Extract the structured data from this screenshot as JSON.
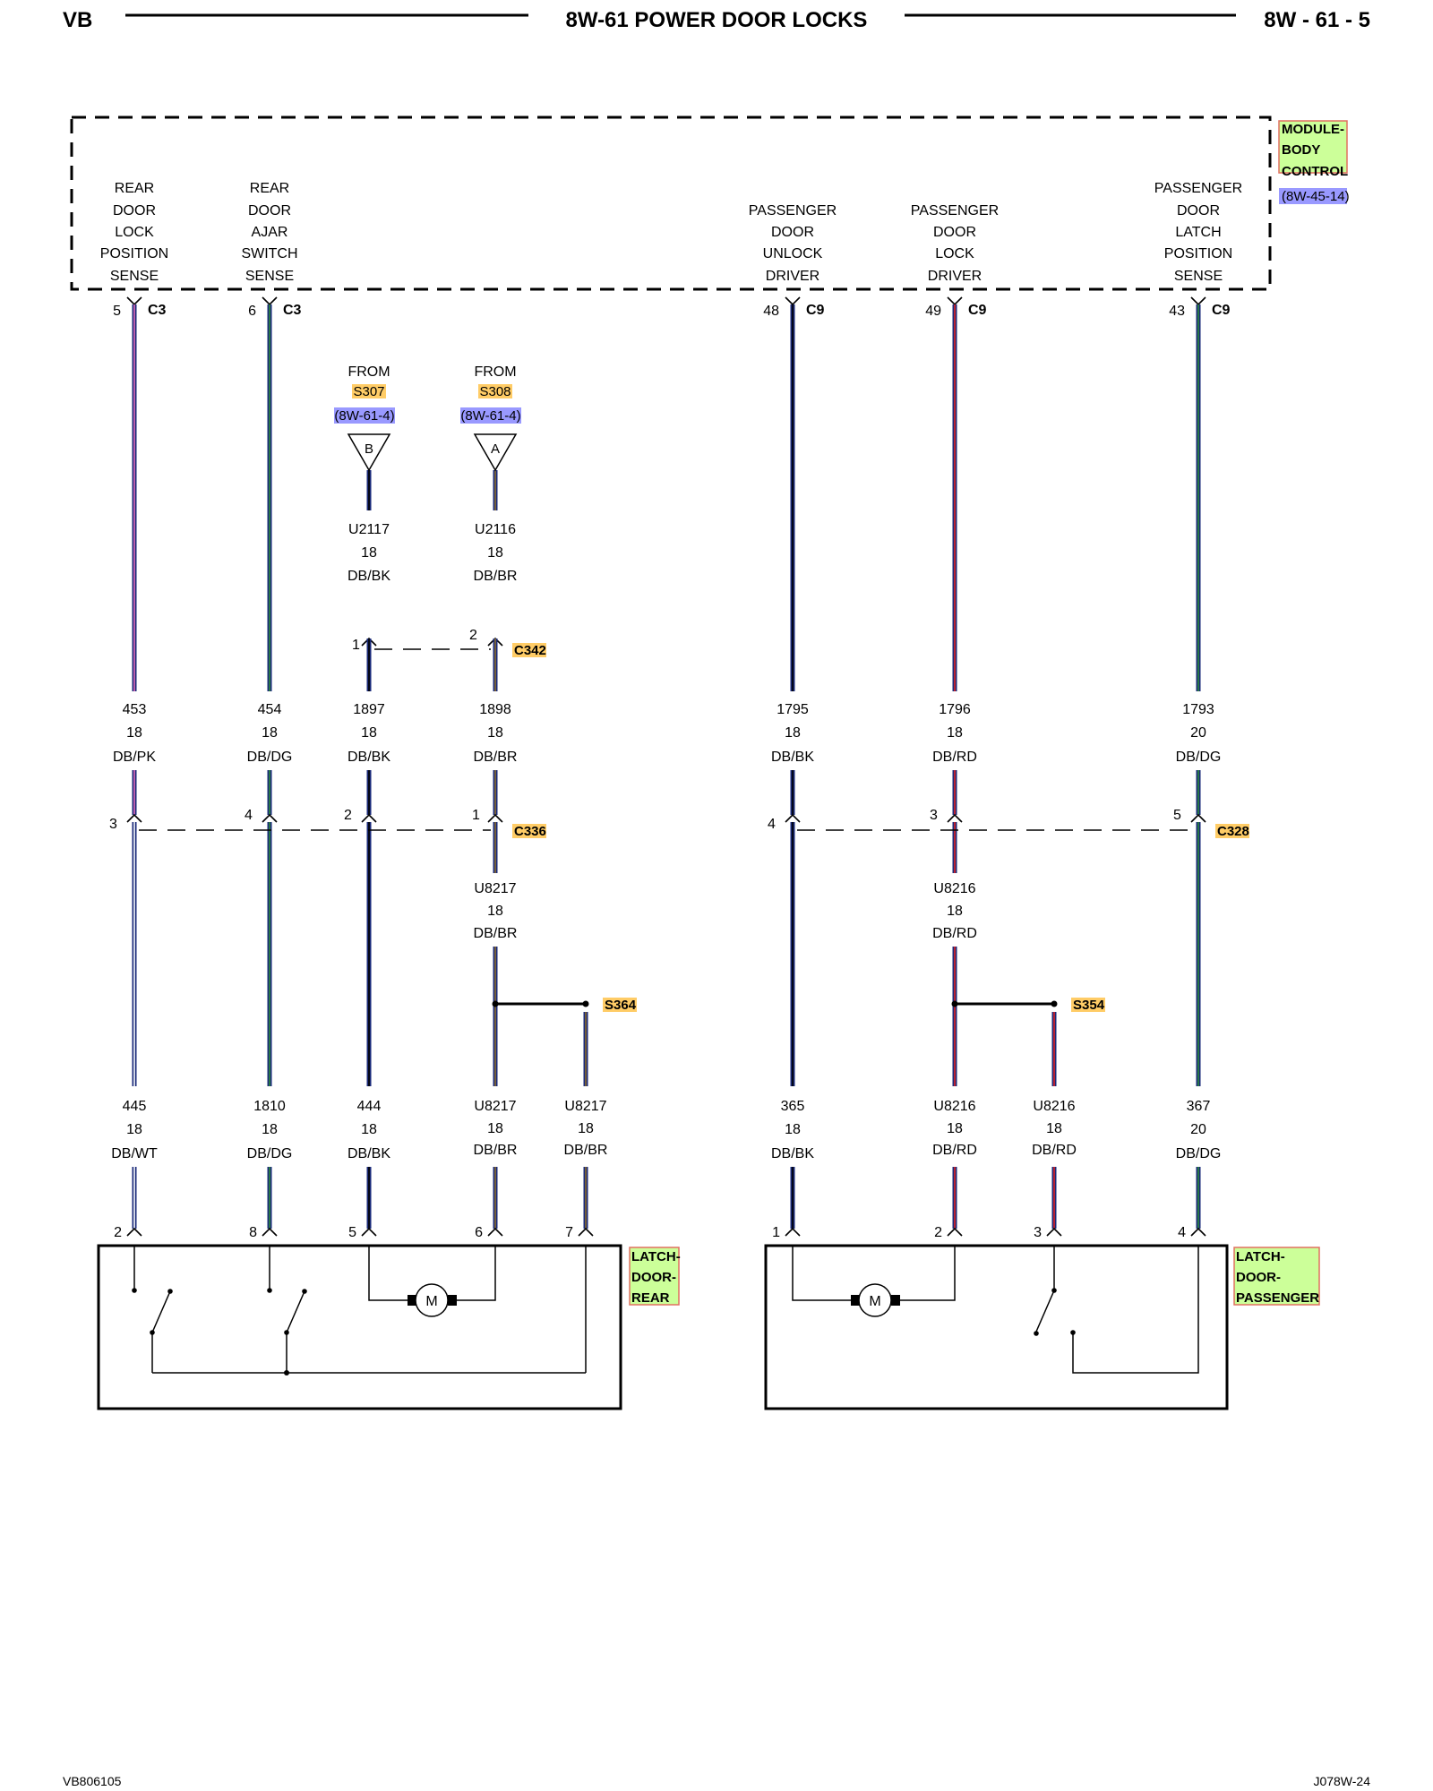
{
  "header": {
    "left": "VB",
    "title": "8W-61 POWER DOOR LOCKS",
    "right": "8W - 61 - 5"
  },
  "module": {
    "name_lines": [
      "MODULE-",
      "BODY",
      "CONTROL"
    ],
    "ref": "(8W-45-14)",
    "functions": [
      [
        "REAR",
        "DOOR",
        "LOCK",
        "POSITION",
        "SENSE"
      ],
      [
        "REAR",
        "DOOR",
        "AJAR",
        "SWITCH",
        "SENSE"
      ],
      [
        "PASSENGER",
        "DOOR",
        "UNLOCK",
        "DRIVER"
      ],
      [
        "PASSENGER",
        "DOOR",
        "LOCK",
        "DRIVER"
      ],
      [
        "PASSENGER",
        "DOOR",
        "LATCH",
        "POSITION",
        "SENSE"
      ]
    ],
    "pins": [
      {
        "pin": "5",
        "conn": "C3"
      },
      {
        "pin": "6",
        "conn": "C3"
      },
      {
        "pin": "48",
        "conn": "C9"
      },
      {
        "pin": "49",
        "conn": "C9"
      },
      {
        "pin": "43",
        "conn": "C9"
      }
    ]
  },
  "sources": [
    {
      "from": "FROM",
      "splice": "S307",
      "ref": "(8W-61-4)",
      "letter": "B",
      "circuit": "U2117",
      "gauge": "18",
      "color": "DB/BK"
    },
    {
      "from": "FROM",
      "splice": "S308",
      "ref": "(8W-61-4)",
      "letter": "A",
      "circuit": "U2116",
      "gauge": "18",
      "color": "DB/BR"
    }
  ],
  "c342": {
    "name": "C342",
    "pins": [
      "1",
      "2"
    ]
  },
  "mid_wires": [
    {
      "circuit": "453",
      "gauge": "18",
      "color": "DB/PK"
    },
    {
      "circuit": "454",
      "gauge": "18",
      "color": "DB/DG"
    },
    {
      "circuit": "1897",
      "gauge": "18",
      "color": "DB/BK"
    },
    {
      "circuit": "1898",
      "gauge": "18",
      "color": "DB/BR"
    },
    {
      "circuit": "1795",
      "gauge": "18",
      "color": "DB/BK"
    },
    {
      "circuit": "1796",
      "gauge": "18",
      "color": "DB/RD"
    },
    {
      "circuit": "1793",
      "gauge": "20",
      "color": "DB/DG"
    }
  ],
  "c336": {
    "name": "C336",
    "pins": [
      "3",
      "4",
      "2",
      "1"
    ]
  },
  "c328": {
    "name": "C328",
    "pins": [
      "4",
      "3",
      "5"
    ]
  },
  "splice_wires": [
    {
      "circuit": "U8217",
      "gauge": "18",
      "color": "DB/BR"
    },
    {
      "circuit": "U8216",
      "gauge": "18",
      "color": "DB/RD"
    }
  ],
  "splices": [
    "S364",
    "S354"
  ],
  "low_wires": [
    {
      "circuit": "445",
      "gauge": "18",
      "color": "DB/WT"
    },
    {
      "circuit": "1810",
      "gauge": "18",
      "color": "DB/DG"
    },
    {
      "circuit": "444",
      "gauge": "18",
      "color": "DB/BK"
    },
    {
      "circuit": "U8217",
      "gauge": "18",
      "color": "DB/BR"
    },
    {
      "circuit": "U8217",
      "gauge": "18",
      "color": "DB/BR"
    },
    {
      "circuit": "365",
      "gauge": "18",
      "color": "DB/BK"
    },
    {
      "circuit": "U8216",
      "gauge": "18",
      "color": "DB/RD"
    },
    {
      "circuit": "U8216",
      "gauge": "18",
      "color": "DB/RD"
    },
    {
      "circuit": "367",
      "gauge": "20",
      "color": "DB/DG"
    }
  ],
  "latch_rear": {
    "name_lines": [
      "LATCH-",
      "DOOR-",
      "REAR"
    ],
    "pins": [
      "2",
      "8",
      "5",
      "6",
      "7"
    ]
  },
  "latch_pass": {
    "name_lines": [
      "LATCH-",
      "DOOR-",
      "PASSENGER"
    ],
    "pins": [
      "1",
      "2",
      "3",
      "4"
    ]
  },
  "motor_label": "M",
  "footer": {
    "left": "VB806105",
    "right": "J078W-24"
  },
  "wire_colors": {
    "DB": "#1a2a7a",
    "PK": "#e26bb8",
    "DG": "#2c8a3c",
    "BK": "#000000",
    "BR": "#8a6a2a",
    "RD": "#e02020",
    "WT": "#ffffff"
  },
  "highlight_colors": {
    "component": "#ccff99",
    "component_border": "#e07060",
    "splice": "#ffcc66",
    "ref": "#9999ff"
  }
}
